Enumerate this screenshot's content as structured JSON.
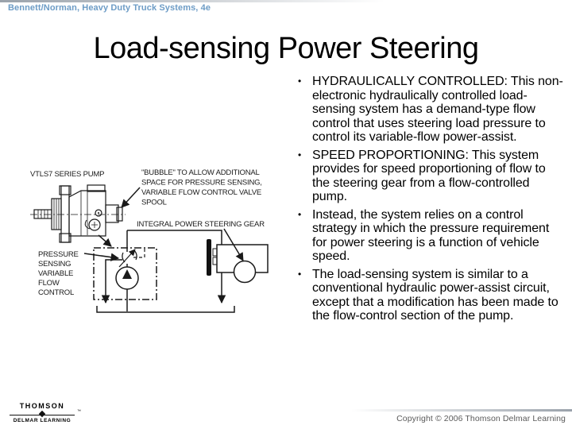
{
  "header": {
    "book_title": "Bennett/Norman, Heavy Duty Truck Systems, 4e"
  },
  "slide": {
    "title": "Load-sensing Power Steering",
    "bullet_char": "•",
    "bullets": [
      {
        "text": "HYDRAULICALLY CONTROLLED: This non-electronic hydraulically controlled load-sensing system has a demand-type flow control that uses steering load pressure to control its variable-flow power-assist."
      },
      {
        "text": "SPEED PROPORTIONING: This system provides for speed proportioning of flow to the steering gear from a flow-controlled pump."
      },
      {
        "text": "Instead, the system relies on a control strategy in which the pressure requirement for power steering is a function of vehicle speed."
      },
      {
        "text": "The load-sensing system is similar to a conventional hydraulic power-assist circuit, except that a modification has been made to the flow-control section of the pump."
      }
    ]
  },
  "diagram": {
    "pump_label": "VTLS7 SERIES PUMP",
    "bubble_lines": [
      "\"BUBBLE\" TO ALLOW ADDITIONAL",
      "SPACE FOR PRESSURE SENSING,",
      "VARIABLE FLOW CONTROL VALVE",
      "SPOOL"
    ],
    "gear_label": "INTEGRAL POWER STEERING GEAR",
    "pressure_lines": [
      "PRESSURE",
      "SENSING",
      "VARIABLE",
      "FLOW",
      "CONTROL"
    ]
  },
  "footer": {
    "logo": {
      "brand": "THOMSON",
      "sub": "DELMAR LEARNING",
      "tm": "™"
    },
    "copyright": "Copyright © 2006 Thomson Delmar Learning"
  },
  "colors": {
    "header_blue": "#6d9cc6",
    "body_text": "#000000",
    "diagram_label": "#1a1a1a",
    "copyright_gray": "#5a5a5a",
    "gradient_gray": "#9aa2ab",
    "background": "#ffffff"
  }
}
